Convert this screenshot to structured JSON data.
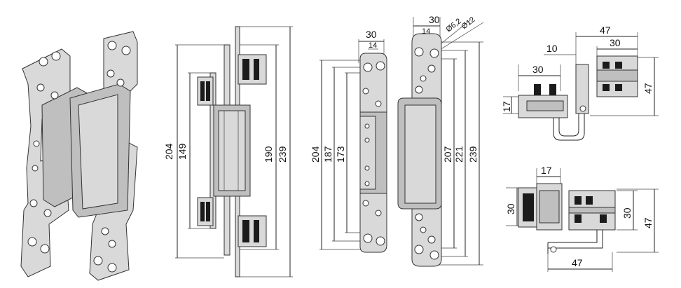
{
  "labels": {
    "front_204": "204",
    "front_149": "149",
    "front_190": "190",
    "front_239": "239",
    "side_30": "30",
    "side_14": "14",
    "side_204": "204",
    "side_187": "187",
    "side_173": "173",
    "right_30": "30",
    "right_14": "14",
    "right_d62": "Ø6,2",
    "right_d12": "Ø12",
    "right_207": "207",
    "right_221": "221",
    "right_239": "239",
    "top_47": "47",
    "top_10": "10",
    "top_30a": "30",
    "top_30b": "30",
    "top_17": "17",
    "top_47v": "47",
    "bot_17": "17",
    "bot_30a": "30",
    "bot_30b": "30",
    "bot_47v": "47",
    "bot_47": "47"
  }
}
